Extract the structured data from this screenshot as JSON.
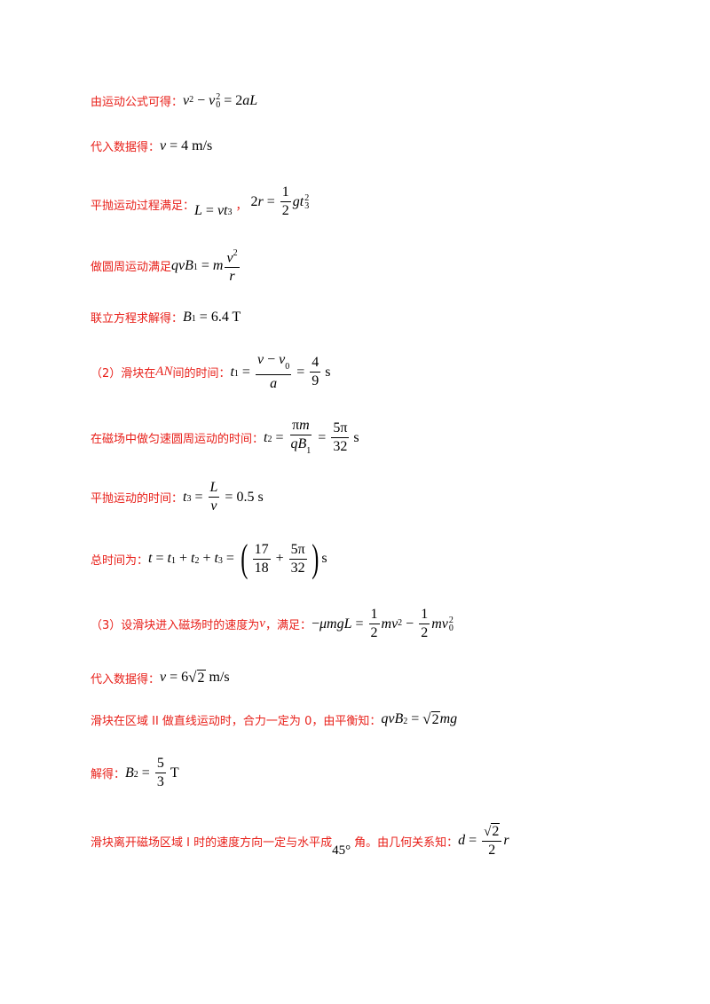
{
  "lines": {
    "l1": {
      "text": "由运动公式可得："
    },
    "l2": {
      "text": "代入数据得：",
      "unit": "4 m/s"
    },
    "l3": {
      "text": "平抛运动过程满足："
    },
    "l4": {
      "text": "做圆周运动满足"
    },
    "l5": {
      "text": "联立方程求解得：",
      "value": "6.4 T"
    },
    "l6": {
      "text_a": "（2）滑块在",
      "text_b": "AN",
      "text_c": "间的时间：",
      "num": "4",
      "den": "9",
      "unit": "s"
    },
    "l7": {
      "text": "在磁场中做匀速圆周运动的时间：",
      "num": "5π",
      "den": "32",
      "unit": "s"
    },
    "l8": {
      "text": "平抛运动的时间：",
      "value": "0.5 s"
    },
    "l9": {
      "text": "总时间为：",
      "n1": "17",
      "d1": "18",
      "n2": "5π",
      "d2": "32",
      "unit": "s"
    },
    "l10": {
      "text_a": "（3）设滑块进入磁场时的速度为",
      "text_b": "v",
      "text_c": "，满足："
    },
    "l11": {
      "text": "代入数据得：",
      "coef": "6",
      "rad": "2",
      "unit": "m/s"
    },
    "l12": {
      "text": "滑块在区域 II 做直线运动时，合力一定为 0，由平衡知："
    },
    "l13": {
      "text": "解得：",
      "num": "5",
      "den": "3",
      "unit": "T"
    },
    "l14": {
      "text_a": "滑块离开磁场区域 I 时的速度方向一定与水平成",
      "angle": "45°",
      "text_b": "角。由几何关系知："
    }
  }
}
